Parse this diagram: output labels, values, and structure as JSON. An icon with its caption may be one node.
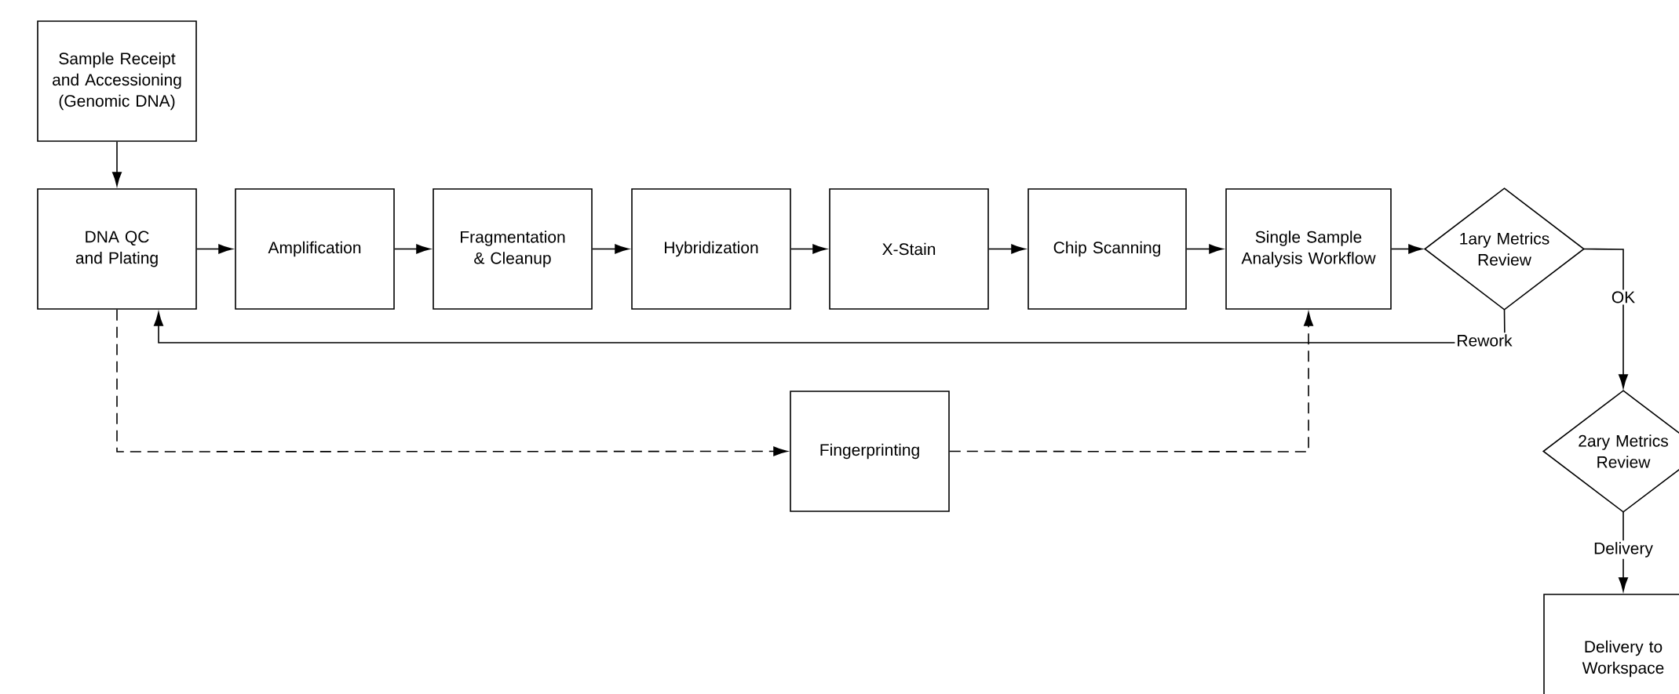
{
  "diagram": {
    "nodes": [
      {
        "text": [
          "Sample Receipt and Accessioning (Genomic DNA)"
        ]
      },
      {
        "text": [
          "DNA QC and Plating"
        ]
      },
      {
        "text": [
          "Amplification"
        ]
      },
      {
        "text": [
          "Fragmentation & Cleanup"
        ]
      },
      {
        "text": [
          "Hybridization"
        ]
      },
      {
        "text": [
          "X-Stain"
        ]
      },
      {
        "text": [
          "Chip Scanning"
        ]
      },
      {
        "text": [
          "Single Sample Analysis Workflow"
        ]
      },
      {
        "text": [
          "1ary Metrics Review"
        ]
      },
      {
        "text": [
          "Fingerprinting"
        ]
      },
      {
        "text": [
          "2ary Metrics Review"
        ]
      },
      {
        "text": [
          "Delivery to Workspace"
        ]
      }
    ],
    "edges": [
      {
        "from": 0,
        "to": 1,
        "arrow": "to"
      },
      {
        "from": 1,
        "to": 2,
        "arrow": "to"
      },
      {
        "from": 2,
        "to": 3,
        "arrow": "to"
      },
      {
        "from": 3,
        "to": 4,
        "arrow": "to"
      },
      {
        "from": 4,
        "to": 5,
        "arrow": "to"
      },
      {
        "from": 5,
        "to": 6,
        "arrow": "to"
      },
      {
        "from": 6,
        "to": 7,
        "arrow": "to"
      },
      {
        "from": 7,
        "to": 8,
        "arrow": "to"
      },
      {
        "from": 8,
        "to": 1,
        "arrow": "to",
        "label": "Rework"
      },
      {
        "from": 8,
        "to": 10,
        "arrow": "to",
        "label": "OK"
      },
      {
        "from": 10,
        "to": 11,
        "arrow": "to",
        "label": "Delivery"
      },
      {
        "from": 1,
        "to": 9,
        "arrow": "to",
        "style": "dashed"
      },
      {
        "from": 9,
        "to": 7,
        "arrow": "to",
        "style": "dashed"
      }
    ]
  }
}
